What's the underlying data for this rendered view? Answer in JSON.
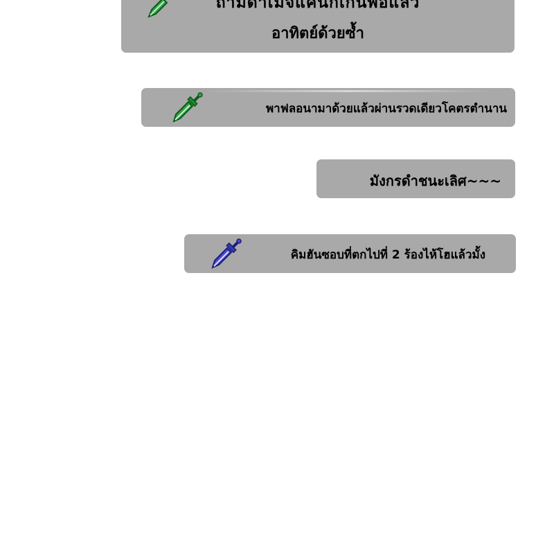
{
  "colors": {
    "page_background": "#ffffff",
    "bubble_background": "#a9a9a9",
    "text": "#000000",
    "green_dagger": "#1e8a2e",
    "blue_dagger": "#3a3ab8"
  },
  "messages": [
    {
      "icon": "green-dagger-icon",
      "line_clipped": "ถ้ามีดาเมจแค่นี้ก็เกินพอแล้ว",
      "line": "อาทิตย์ด้วยซ้ำ"
    },
    {
      "icon": "green-dagger-icon",
      "text": "พาฟลอนามาด้วยแล้วผ่านรวดเดียวโคตรตำนาน"
    },
    {
      "icon": null,
      "text": "มังกรดำชนะเลิศ~~~"
    },
    {
      "icon": "blue-dagger-icon",
      "text": "คิมฮันซอบที่ตกไปที่ 2 ร้องไห้โฮแล้วมั้ง"
    }
  ]
}
